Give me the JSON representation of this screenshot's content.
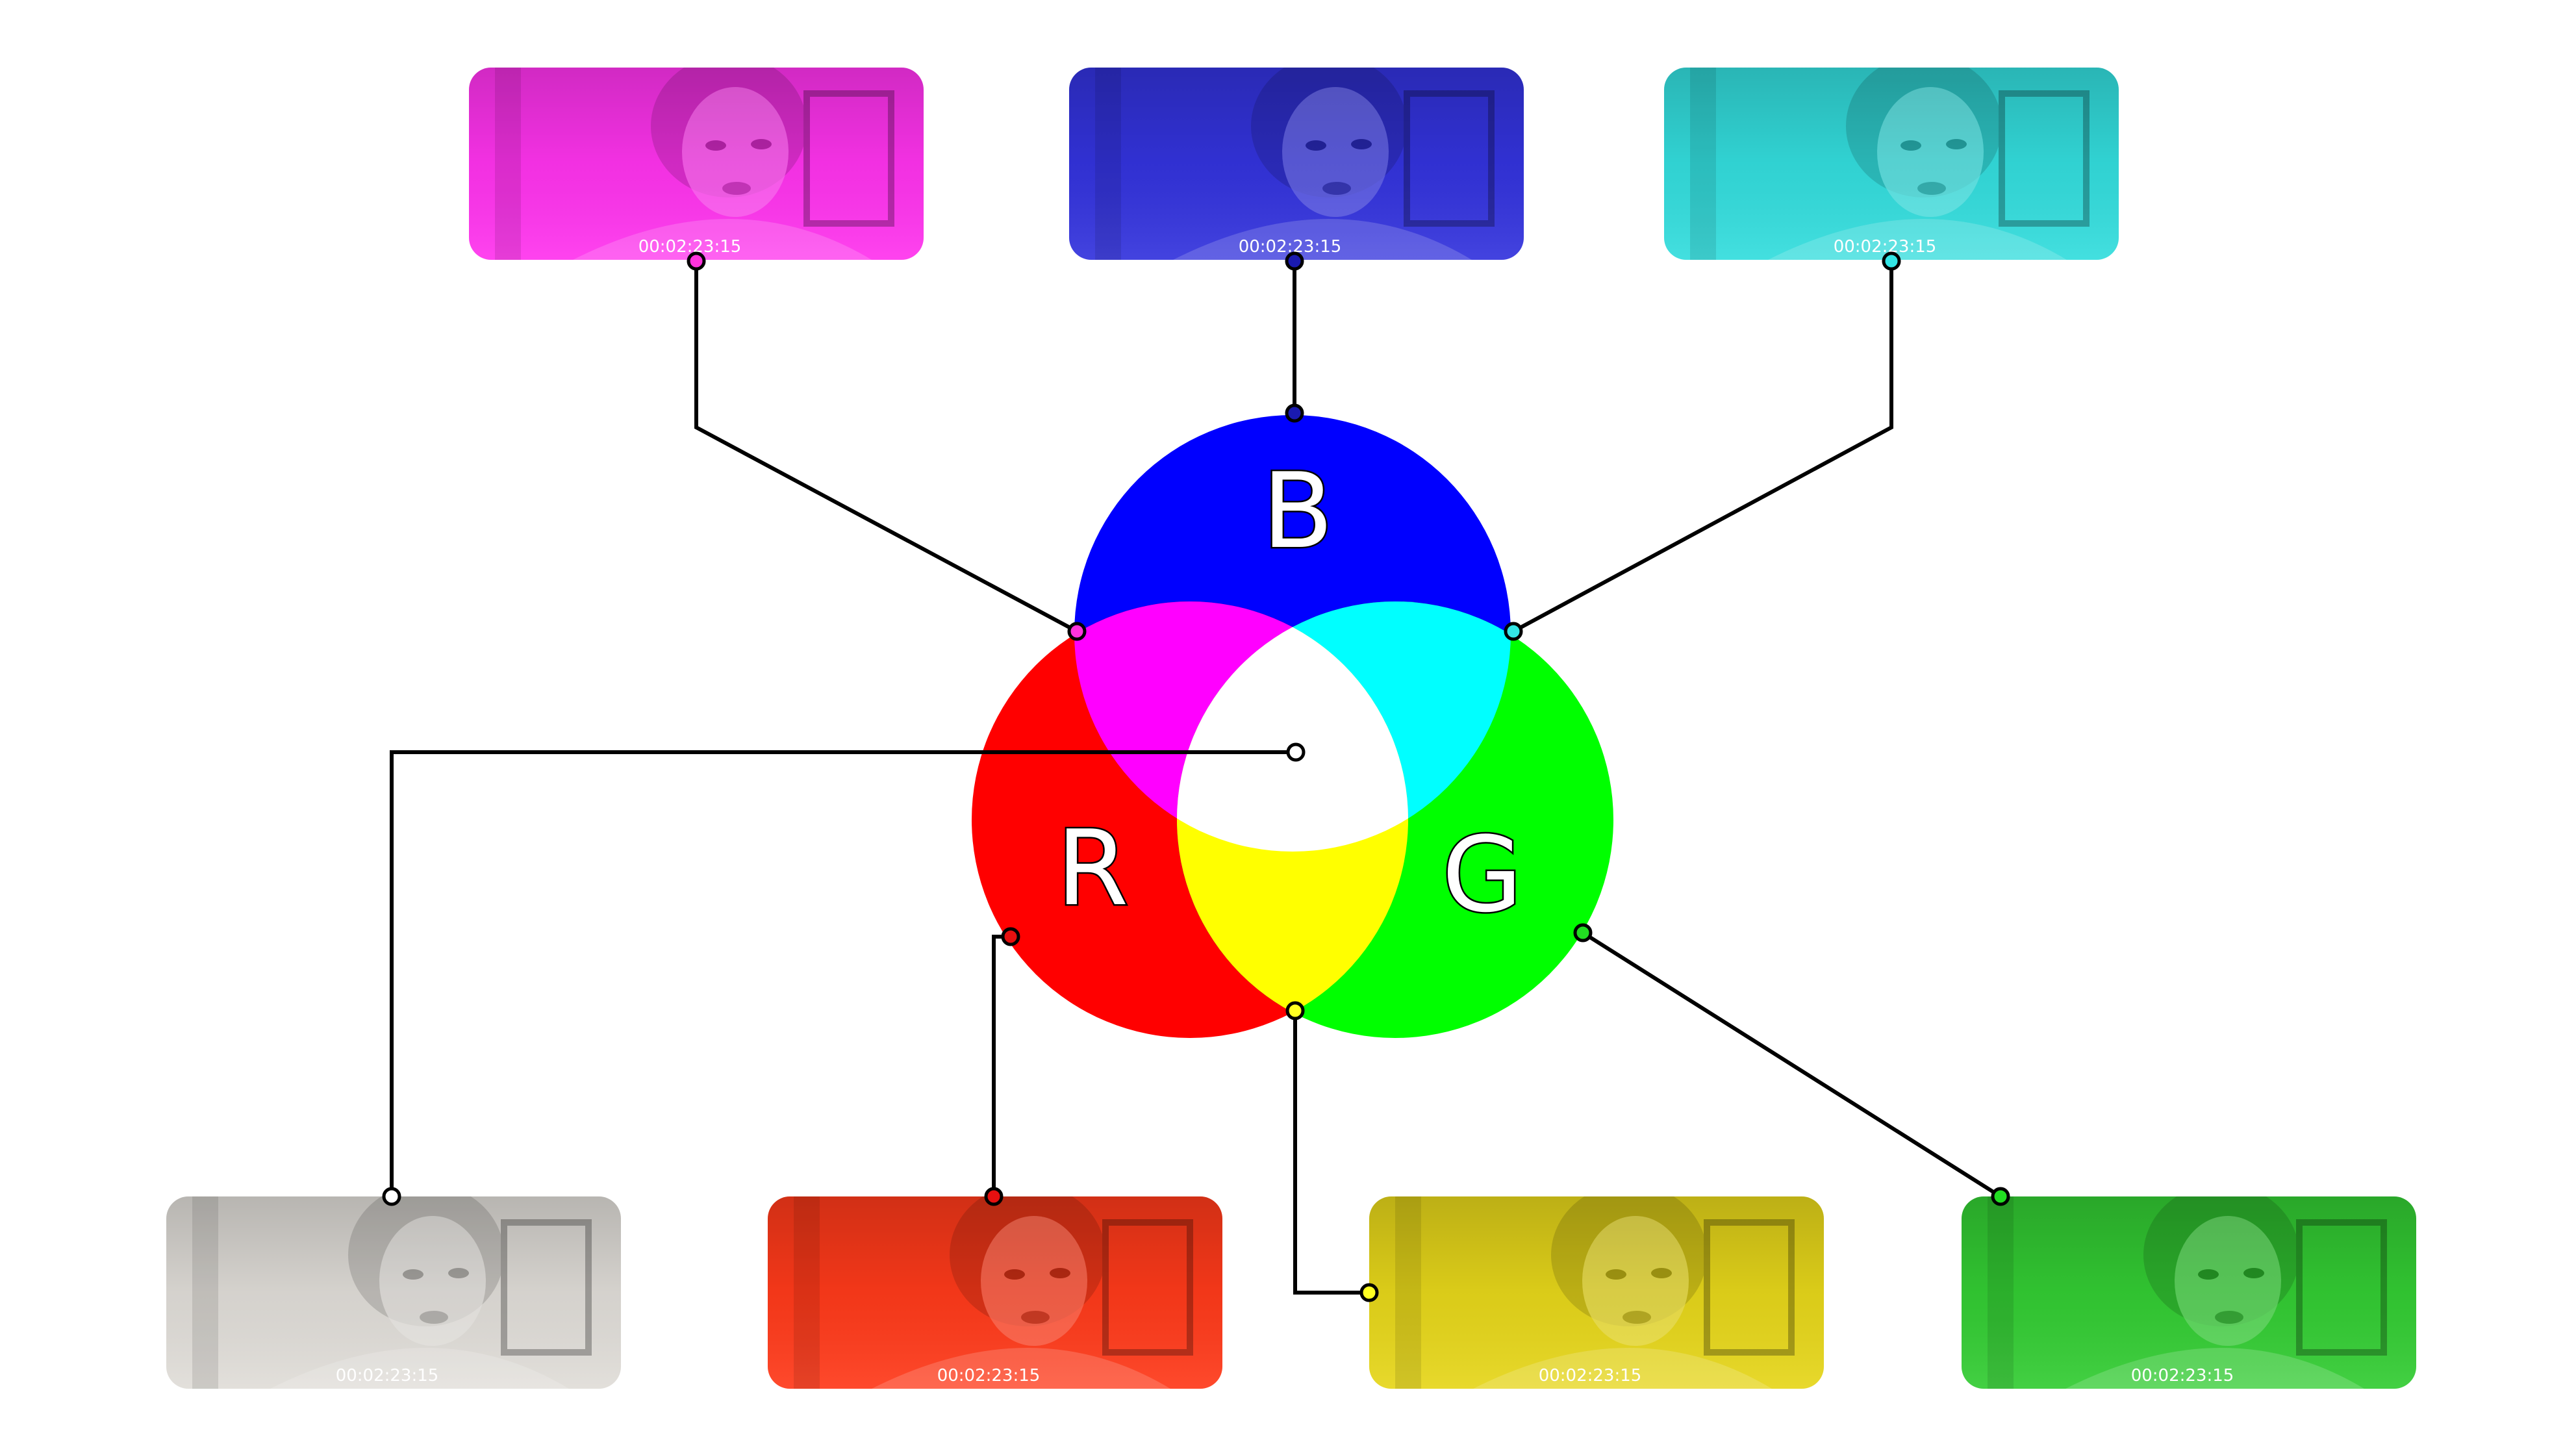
{
  "venn": {
    "labels": {
      "b": "B",
      "r": "R",
      "g": "G"
    },
    "colors": {
      "blue": "#0000ff",
      "red": "#ff0000",
      "green": "#00ff00",
      "magenta": "#ff00ff",
      "cyan": "#00ffff",
      "yellow": "#ffff00",
      "white": "#ffffff"
    }
  },
  "thumbnails": [
    {
      "id": "magenta",
      "tint": "#ff33ee",
      "dot": "#ff33dd",
      "timecode": "00:02:23:15",
      "icon": "portrait-frame-icon"
    },
    {
      "id": "blue",
      "tint": "#3333dd",
      "dot": "#1a1ab0",
      "timecode": "00:02:23:15",
      "icon": "portrait-frame-icon"
    },
    {
      "id": "cyan",
      "tint": "#33dddd",
      "dot": "#33e6e6",
      "timecode": "00:02:23:15",
      "icon": "portrait-frame-icon"
    },
    {
      "id": "white",
      "tint": "#e0ddd8",
      "dot": "#ffffff",
      "timecode": "00:02:23:15",
      "icon": "portrait-frame-icon"
    },
    {
      "id": "red",
      "tint": "#ff3a1a",
      "dot": "#e61010",
      "timecode": "00:02:23:15",
      "icon": "portrait-frame-icon"
    },
    {
      "id": "yellow",
      "tint": "#e6d61a",
      "dot": "#ffff22",
      "timecode": "00:02:23:15",
      "icon": "portrait-frame-icon"
    },
    {
      "id": "green",
      "tint": "#33cc33",
      "dot": "#22dd22",
      "timecode": "00:02:23:15",
      "icon": "portrait-frame-icon"
    }
  ]
}
